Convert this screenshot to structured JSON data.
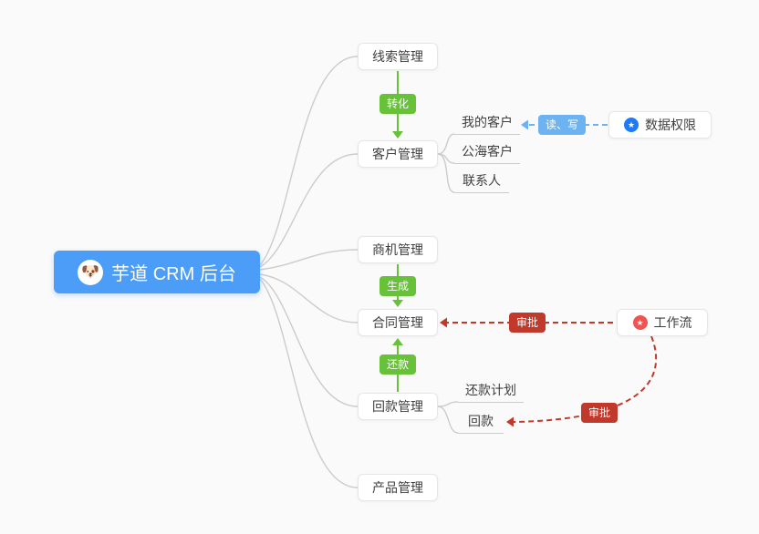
{
  "root": {
    "label": "芋道 CRM 后台",
    "emoji": "🐶"
  },
  "modules": [
    {
      "label": "线索管理"
    },
    {
      "label": "客户管理"
    },
    {
      "label": "商机管理"
    },
    {
      "label": "合同管理"
    },
    {
      "label": "回款管理"
    },
    {
      "label": "产品管理"
    }
  ],
  "customer_children": [
    "我的客户",
    "公海客户",
    "联系人"
  ],
  "receivable_children": [
    "还款计划",
    "回款"
  ],
  "side_nodes": [
    {
      "label": "数据权限",
      "icon": "star-circle-icon",
      "icon_glyph": "★"
    },
    {
      "label": "工作流",
      "icon": "star-circle-icon",
      "icon_glyph": "★"
    }
  ],
  "edges": {
    "convert": "转化",
    "generate": "生成",
    "repay": "还款",
    "read_write": "读、写",
    "approve_contract": "审批",
    "approve_payment": "审批"
  },
  "colors": {
    "background": "#fafafa",
    "root-bg": "#4b9df8",
    "green": "#67c23a",
    "blue": "#6db3f2",
    "red": "#c0392b",
    "line": "#cccccc",
    "node-border": "#e6e6e6",
    "text": "#3f3f3f",
    "icon-blue": "#1b7bf8",
    "icon-red": "#f05452"
  }
}
